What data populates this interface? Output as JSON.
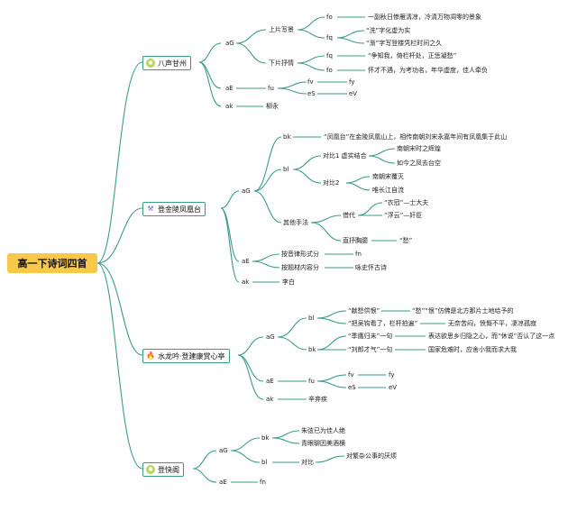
{
  "root_title": "高一下诗词四首",
  "poems": [
    {
      "title": "八声甘州",
      "icon": "sun-icon",
      "ag": "aG",
      "shangpian": "上片写景",
      "fo": "fo",
      "fo_text": "一副秋日惨雁清凉，冷清万物凋零的景象",
      "fq": "fq",
      "fq_text1": "“洗”字化虚为实",
      "fq_text2": "“渐”字写登楼凭栏时间之久",
      "xiapian": "下片抒情",
      "fq2": "fq",
      "fq2_text": "“争知我，倚栏杆处，正恁凝愁”",
      "fo2": "fo",
      "fo2_text": "怀才不遇，为考功名，年华虚度，佳人牵负",
      "ae": "aE",
      "fu": "fu",
      "fv": "fv",
      "fy": "fy",
      "es": "eS",
      "ev": "eV",
      "ak": "ak",
      "author": "柳永"
    },
    {
      "title": "登金陵凤凰台",
      "icon": "hammer-icon",
      "ag": "aG",
      "bk": "bk",
      "bk_text": "“凤凰台”在金陵凤凰山上，相传南朝刘宋永嘉年间有凤凰集于此山",
      "bl": "bl",
      "duibi1": "对比1 虚实结合",
      "duibi1_a": "南朝宋时之辉煌",
      "duibi1_b": "如今之凤去台空",
      "duibi2": "对比2",
      "duibi2_a": "南朝宋覆灭",
      "duibi2_b": "唯长江自流",
      "qita": "其他手法",
      "jiedai": "借代",
      "jiedai_a": "“衣冠”—士大夫",
      "jiedai_b": "“浮云”—奸臣",
      "zhishu": "直抒胸臆",
      "chou": "“愁”",
      "ae": "aE",
      "gelv": "按音律形式分",
      "fn": "fn",
      "ticai": "按题材内容分",
      "yongshi": "咏史怀古诗",
      "ak": "ak",
      "author": "李白"
    },
    {
      "title": "水龙吟·登建康赏心亭",
      "icon": "fire-icon",
      "ag": "aG",
      "bl": "bl",
      "xianchou": "“献愁供恨”",
      "xianchou_text": "“愁”“恨”仿佛是北方那片土地给予的",
      "wugou": "“把吴钩看了，栏杆拍遍”",
      "wugou_text": "无奈苦闷，愤慨不平，凄凉孤寂",
      "bk": "bk",
      "jiying": "“季鹰归未”一句",
      "jiying_text": "表达欲思乡归隐之心，而“休说”否认了这一点",
      "liulang": "“刘郎才气”一句",
      "liulang_text": "国家危难时，应舍小我而求大我",
      "ae": "aE",
      "fu": "fu",
      "fv": "fv",
      "fy": "fy",
      "es": "eS",
      "ev": "eV",
      "ak": "ak",
      "author": "辛弃疾"
    },
    {
      "title": "登快阁",
      "icon": "sun-icon",
      "ag": "aG",
      "bk": "bk",
      "zhuxian": "朱弦已为佳人绝",
      "qingyan": "青眼聊因美酒横",
      "bl": "bl",
      "duibi": "对比",
      "duibi_text": "对繁杂公事的厌烦",
      "ae": "aE",
      "fn": "fn"
    }
  ]
}
